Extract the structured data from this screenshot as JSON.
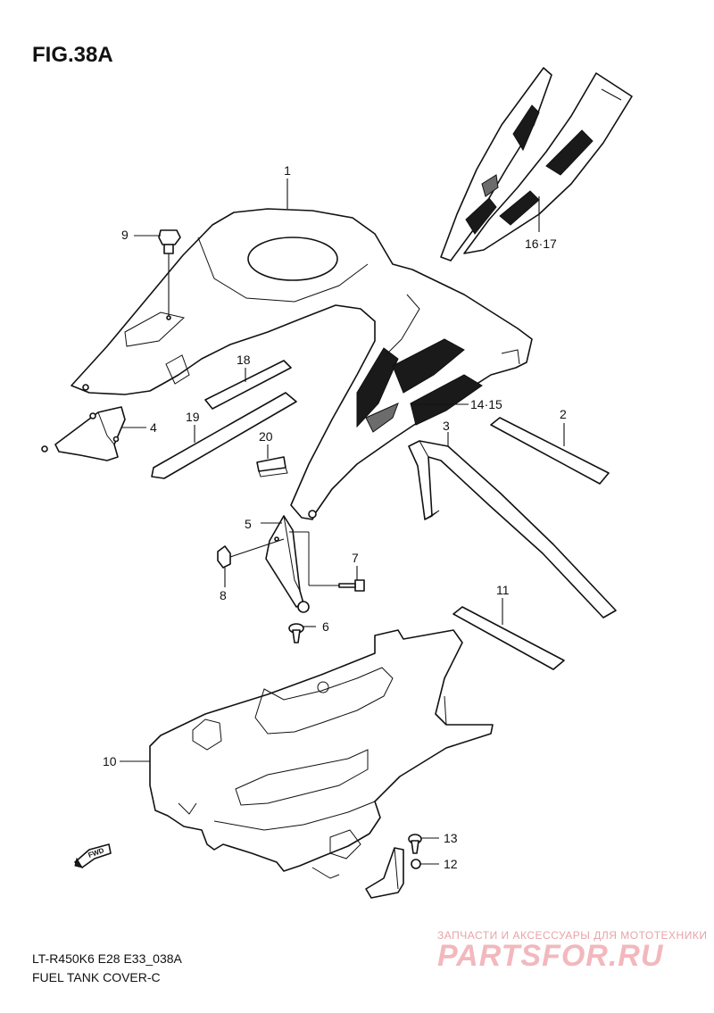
{
  "figure_title": "FIG.38A",
  "model_code": "LT-R450K6 E28 E33_038A",
  "diagram_name": "FUEL TANK COVER-C",
  "direction_badge": "FWD",
  "watermark": {
    "tagline": "ЗАПЧАСТИ И АКСЕССУАРЫ ДЛЯ МОТОТЕХНИКИ",
    "logo": "PARTSFOR.RU"
  },
  "callouts": [
    {
      "id": "c1",
      "label": "1"
    },
    {
      "id": "c9",
      "label": "9"
    },
    {
      "id": "c1617",
      "label": "16·17"
    },
    {
      "id": "c18",
      "label": "18"
    },
    {
      "id": "c19",
      "label": "19"
    },
    {
      "id": "c4",
      "label": "4"
    },
    {
      "id": "c20",
      "label": "20"
    },
    {
      "id": "c1415",
      "label": "14·15"
    },
    {
      "id": "c2",
      "label": "2"
    },
    {
      "id": "c3",
      "label": "3"
    },
    {
      "id": "c5",
      "label": "5"
    },
    {
      "id": "c7",
      "label": "7"
    },
    {
      "id": "c8",
      "label": "8"
    },
    {
      "id": "c6",
      "label": "6"
    },
    {
      "id": "c11",
      "label": "11"
    },
    {
      "id": "c10",
      "label": "10"
    },
    {
      "id": "c13",
      "label": "13"
    },
    {
      "id": "c12",
      "label": "12"
    }
  ]
}
